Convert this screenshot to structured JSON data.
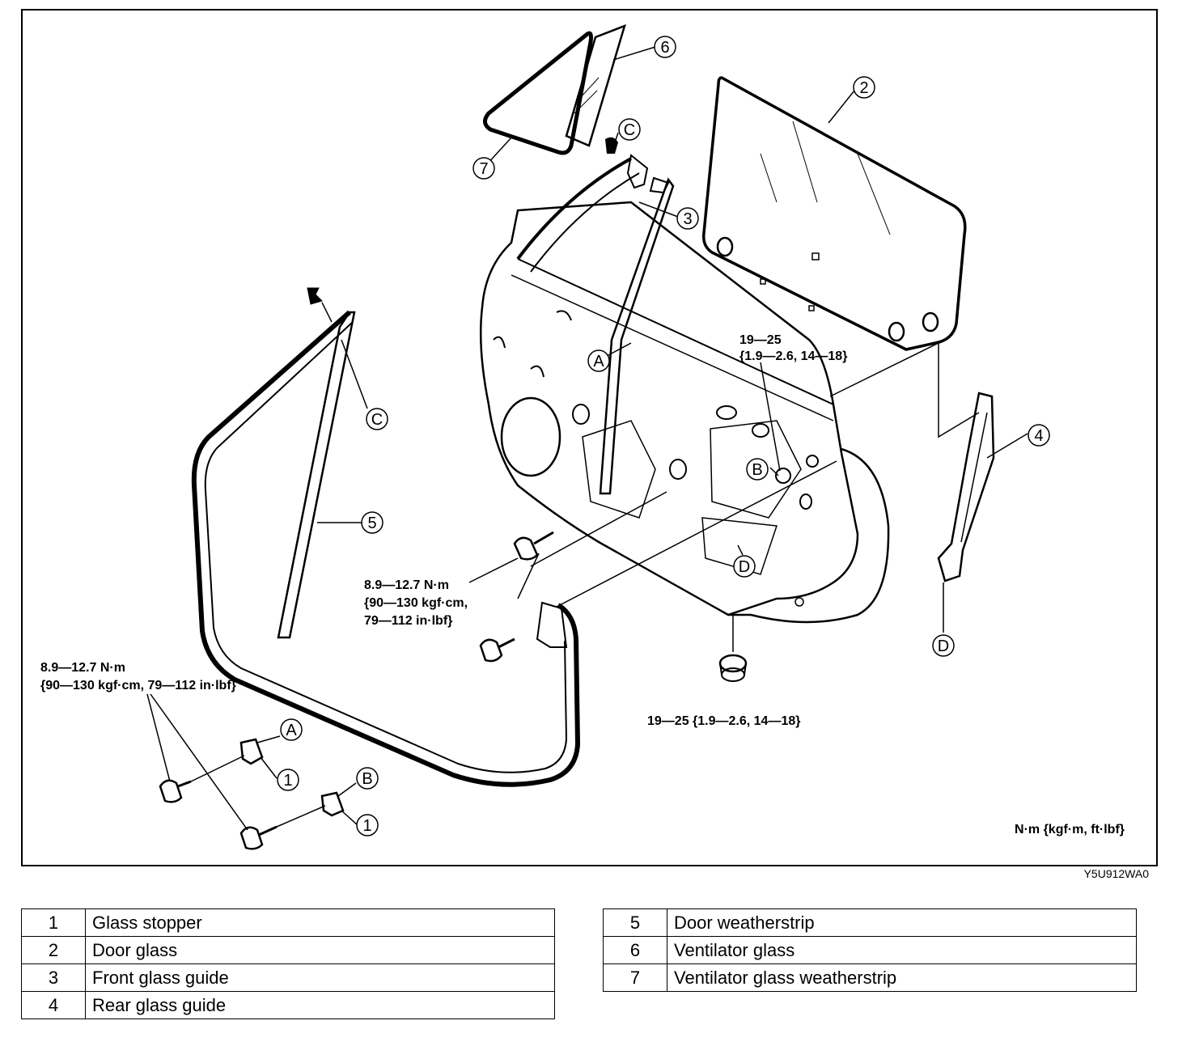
{
  "callouts": {
    "n1": "1",
    "n2": "2",
    "n3": "3",
    "n4": "4",
    "n5": "5",
    "n6": "6",
    "n7": "7",
    "A": "A",
    "B": "B",
    "C": "C",
    "D": "D"
  },
  "torque": {
    "bracket_upper": [
      "8.9—12.7 N·m",
      "{90—130 kgf·cm,",
      "79—112 in·lbf}"
    ],
    "stopper_bolts": [
      "8.9—12.7 N·m",
      "{90—130 kgf·cm, 79—112 in·lbf}"
    ],
    "regulator_upper": [
      "19—25",
      "{1.9—2.6, 14—18}"
    ],
    "regulator_lower": "19—25 {1.9—2.6, 14—18}",
    "units": "N·m {kgf·m, ft·lbf}"
  },
  "figure_code": "Y5U912WA0",
  "legend_left": [
    {
      "num": "1",
      "name": "Glass stopper"
    },
    {
      "num": "2",
      "name": "Door glass"
    },
    {
      "num": "3",
      "name": "Front glass guide"
    },
    {
      "num": "4",
      "name": "Rear glass guide"
    }
  ],
  "legend_right": [
    {
      "num": "5",
      "name": "Door weatherstrip"
    },
    {
      "num": "6",
      "name": "Ventilator glass"
    },
    {
      "num": "7",
      "name": "Ventilator glass weatherstrip"
    }
  ]
}
